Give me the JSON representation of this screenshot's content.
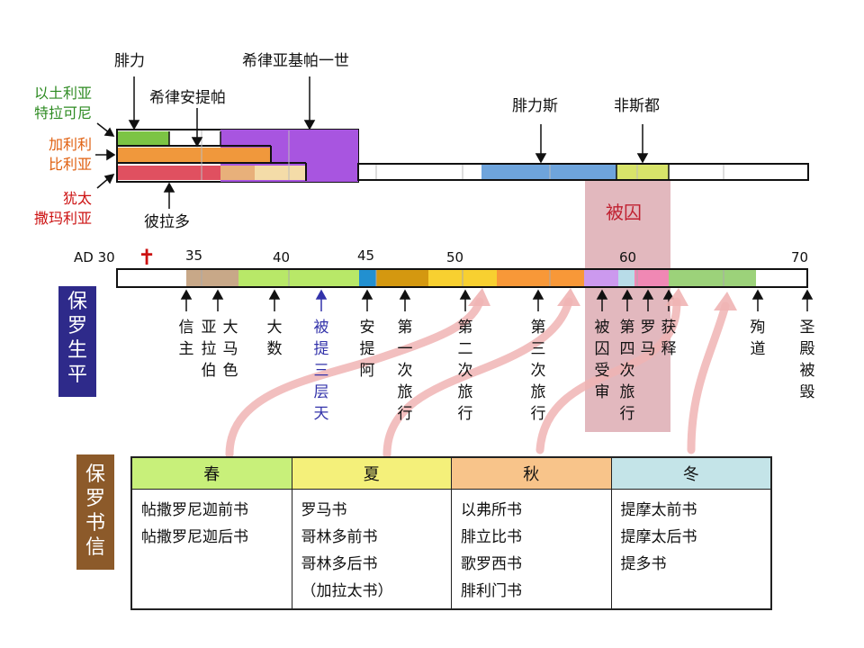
{
  "rulers": {
    "upper": [
      {
        "name": "腓力",
        "value": "腓力"
      },
      {
        "name": "希律安提帕",
        "value": "希律安提帕"
      },
      {
        "name": "希律亚基帕一世",
        "value": "希律亚基帕一世"
      },
      {
        "name": "腓力斯",
        "value": "腓力斯"
      },
      {
        "name": "非斯都",
        "value": "非斯都"
      },
      {
        "name": "彼拉多",
        "value": "彼拉多"
      }
    ]
  },
  "regions": [
    {
      "name": "以土利亚 特拉可尼",
      "lines": [
        "以土利亚",
        "特拉可尼"
      ],
      "color": "#2e8b22"
    },
    {
      "name": "加利利 比利亚",
      "lines": [
        "加利利",
        "比利亚"
      ],
      "color": "#e06010"
    },
    {
      "name": "犹太 撒玛利亚",
      "lines": [
        "犹太",
        "撒玛利亚"
      ],
      "color": "#cc1111"
    }
  ],
  "captivity_label": "被囚",
  "axis_ticks": [
    "AD 30",
    "35",
    "40",
    "45",
    "50",
    "60",
    "70"
  ],
  "cross_symbol": "✝",
  "paul_life_label": [
    "保",
    "罗",
    "生",
    "平"
  ],
  "paul_letters_label": [
    "保",
    "罗",
    "书",
    "信"
  ],
  "events": [
    {
      "id": "xinzhu",
      "chars": [
        "信",
        "主"
      ],
      "color": "#111"
    },
    {
      "id": "yalabo",
      "chars": [
        "亚",
        "拉",
        "伯"
      ],
      "color": "#111"
    },
    {
      "id": "damase",
      "chars": [
        "大",
        "马",
        "色"
      ],
      "color": "#111"
    },
    {
      "id": "dashu",
      "chars": [
        "大",
        "数"
      ],
      "color": "#111"
    },
    {
      "id": "beiti",
      "chars": [
        "被",
        "提",
        "三",
        "层",
        "天"
      ],
      "color": "#3333aa"
    },
    {
      "id": "antiya",
      "chars": [
        "安",
        "提",
        "阿"
      ],
      "color": "#111"
    },
    {
      "id": "trip1",
      "chars": [
        "第",
        "一",
        "次",
        "旅",
        "行"
      ],
      "color": "#111"
    },
    {
      "id": "trip2",
      "chars": [
        "第",
        "二",
        "次",
        "旅",
        "行"
      ],
      "color": "#111"
    },
    {
      "id": "trip3",
      "chars": [
        "第",
        "三",
        "次",
        "旅",
        "行"
      ],
      "color": "#111"
    },
    {
      "id": "trial",
      "chars": [
        "被",
        "囚",
        "受",
        "审"
      ],
      "color": "#111"
    },
    {
      "id": "trip4",
      "chars": [
        "第",
        "四",
        "次",
        "旅",
        "行"
      ],
      "color": "#111"
    },
    {
      "id": "rome",
      "chars": [
        "罗",
        "马"
      ],
      "color": "#111"
    },
    {
      "id": "release",
      "chars": [
        "获",
        "释"
      ],
      "color": "#111"
    },
    {
      "id": "martyr",
      "chars": [
        "殉",
        "道"
      ],
      "color": "#111"
    },
    {
      "id": "temple",
      "chars": [
        "圣",
        "殿",
        "被",
        "毁"
      ],
      "color": "#111"
    }
  ],
  "letters": {
    "seasons": [
      {
        "name": "春",
        "color": "#c8f07a",
        "items": [
          "帖撒罗尼迦前书",
          "帖撒罗尼迦后书"
        ]
      },
      {
        "name": "夏",
        "color": "#f4f07a",
        "items": [
          "罗马书",
          "哥林多前书",
          "哥林多后书",
          "（加拉太书）"
        ]
      },
      {
        "name": "秋",
        "color": "#f8c48a",
        "items": [
          "以弗所书",
          "腓立比书",
          "歌罗西书",
          "腓利门书"
        ]
      },
      {
        "name": "冬",
        "color": "#c4e4e8",
        "items": [
          "提摩太前书",
          "提摩太后书",
          "提多书"
        ]
      }
    ]
  },
  "colors": {
    "green_bar": "#7cc444",
    "purple_bar": "#a855e0",
    "orange_bar": "#f0983c",
    "red_bar": "#e05060",
    "tan_bar": "#e8b07a",
    "cream_bar": "#f4dca8",
    "blue_bar": "#6ea4dc",
    "yellow_green_bar": "#d8e46a",
    "brown_seg": "#c8a888",
    "lime_seg": "#b8e868",
    "cyan_seg": "#2290d0",
    "gold_seg": "#d49810",
    "yellow_seg": "#f8d030",
    "orange_seg": "#f89838",
    "lavender_seg": "#cc99ee",
    "pale_blue_seg": "#b8dce8",
    "pink_seg": "#f088b4",
    "light_green_seg": "#9cd27a",
    "captivity_band": "#d8a0a8",
    "arrow_pink": "#f0b4b4",
    "paul_life_box": "#2e2a8a",
    "paul_letters_box": "#8c5a2a",
    "cross": "#cc1111"
  }
}
